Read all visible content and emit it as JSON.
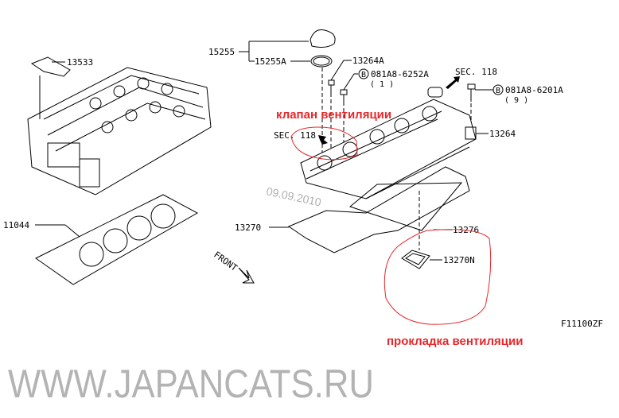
{
  "parts": {
    "p13533": "13533",
    "p15255": "15255",
    "p15255A": "15255A",
    "p13264A": "13264A",
    "bolt1_code": "081A8-6252A",
    "bolt1_qty": "( 1 )",
    "bolt2_code": "081A8-6201A",
    "bolt2_qty": "( 9 )",
    "b_marker": "B",
    "sec118_top": "SEC. 118",
    "sec118_left": "SEC. 118",
    "p13264": "13264",
    "p11044": "11044",
    "p13270": "13270",
    "p13276": "13276",
    "p13270N": "13270N",
    "front": "FRONT",
    "figure_code": "F11100ZF"
  },
  "annotations": {
    "valve": "клапан вентиляции",
    "gasket": "прокладка вентиляции",
    "color": "#e8262a"
  },
  "watermark": {
    "site": "WWW.JAPANCATS.RU",
    "date": "09.09.2010"
  }
}
